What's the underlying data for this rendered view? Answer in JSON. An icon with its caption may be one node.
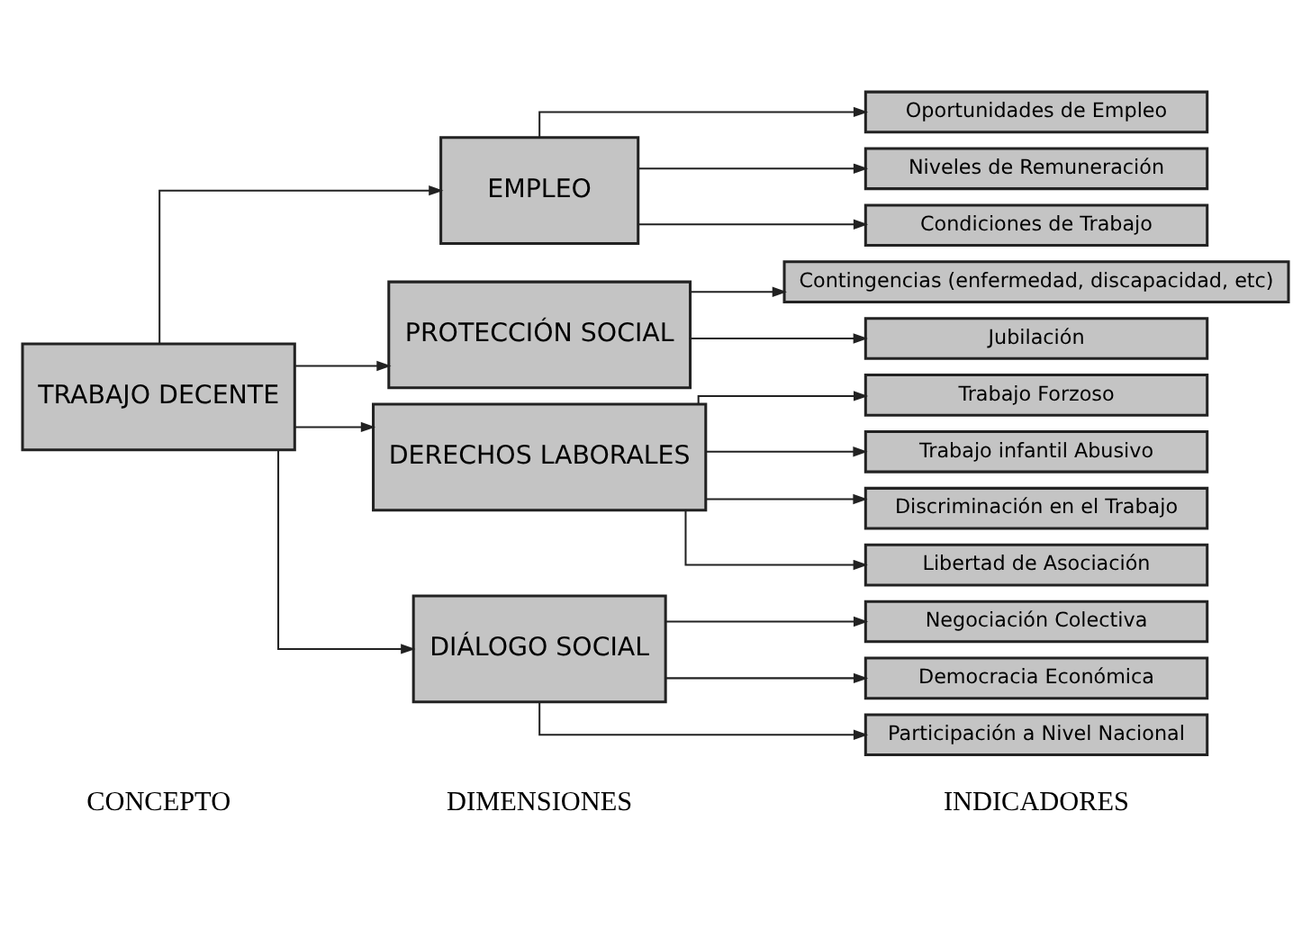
{
  "diagram": {
    "nodes": [
      {
        "text": [
          "TRABAJO DECENTE"
        ]
      },
      {
        "text": [
          "EMPLEO"
        ]
      },
      {
        "text": [
          "PROTECCIÓN SOCIAL"
        ]
      },
      {
        "text": [
          "DERECHOS LABORALES"
        ]
      },
      {
        "text": [
          "DIÁLOGO SOCIAL"
        ]
      },
      {
        "text": [
          "Oportunidades de Empleo"
        ]
      },
      {
        "text": [
          "Niveles de Remuneración"
        ]
      },
      {
        "text": [
          "Condiciones de Trabajo"
        ]
      },
      {
        "text": [
          "Contingencias (enfermedad, discapacidad, etc)"
        ]
      },
      {
        "text": [
          "Jubilación"
        ]
      },
      {
        "text": [
          "Trabajo Forzoso"
        ]
      },
      {
        "text": [
          "Trabajo infantil Abusivo"
        ]
      },
      {
        "text": [
          "Discriminación en el Trabajo"
        ]
      },
      {
        "text": [
          "Libertad de Asociación"
        ]
      },
      {
        "text": [
          "Negociación Colectiva"
        ]
      },
      {
        "text": [
          "Democracia Económica"
        ]
      },
      {
        "text": [
          "Participación a Nivel Nacional"
        ]
      }
    ],
    "edges": [
      {
        "from": 0,
        "to": 1,
        "arrow": "to"
      },
      {
        "from": 0,
        "to": 2,
        "arrow": "to"
      },
      {
        "from": 0,
        "to": 3,
        "arrow": "to"
      },
      {
        "from": 0,
        "to": 4,
        "arrow": "to"
      },
      {
        "from": 1,
        "to": 5,
        "arrow": "to"
      },
      {
        "from": 1,
        "to": 6,
        "arrow": "to"
      },
      {
        "from": 1,
        "to": 7,
        "arrow": "to"
      },
      {
        "from": 2,
        "to": 8,
        "arrow": "to"
      },
      {
        "from": 2,
        "to": 9,
        "arrow": "to"
      },
      {
        "from": 3,
        "to": 10,
        "arrow": "to"
      },
      {
        "from": 3,
        "to": 11,
        "arrow": "to"
      },
      {
        "from": 3,
        "to": 12,
        "arrow": "to"
      },
      {
        "from": 3,
        "to": 13,
        "arrow": "to"
      },
      {
        "from": 4,
        "to": 14,
        "arrow": "to"
      },
      {
        "from": 4,
        "to": 15,
        "arrow": "to"
      },
      {
        "from": 4,
        "to": 16,
        "arrow": "to"
      }
    ],
    "labels": [
      "CONCEPTO",
      "DIMENSIONES",
      "INDICADORES"
    ]
  }
}
